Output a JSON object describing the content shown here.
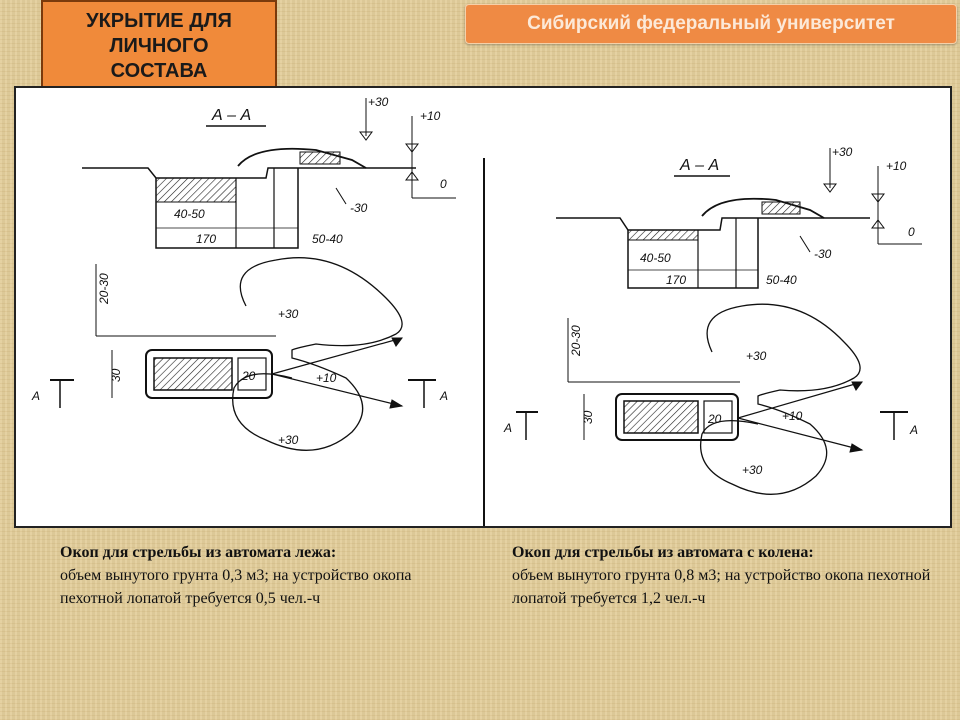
{
  "header": {
    "title": "УКРЫТИЕ ДЛЯ\nЛИЧНОГО\nСОСТАВА",
    "university": "Сибирский федеральный университет"
  },
  "drawings": {
    "left": {
      "section_label": "А – А",
      "dims": [
        "+30",
        "+10",
        "0",
        "-30",
        "40-50",
        "170",
        "50-40",
        "20-30",
        "30",
        "+30",
        "+10",
        "+30",
        "20"
      ],
      "section_marker": "А"
    },
    "right": {
      "section_label": "А – А",
      "dims": [
        "+30",
        "+10",
        "0",
        "-30",
        "40-50",
        "170",
        "50-40",
        "20-30",
        "30",
        "+30",
        "+10",
        "+30",
        "20"
      ],
      "section_marker": "А"
    }
  },
  "captions": {
    "left": {
      "bold": "Окоп для стрельбы из автомата лежа:",
      "text": "объем вынутого грунта 0,3 м3; на устройство окопа пехотной лопатой требуется 0,5 чел.-ч"
    },
    "right": {
      "bold": "Окоп для стрельбы из автомата с колена:",
      "text": "объем вынутого грунта 0,8 м3; на устройство окопа пехотной лопатой требуется 1,2 чел.-ч"
    }
  }
}
